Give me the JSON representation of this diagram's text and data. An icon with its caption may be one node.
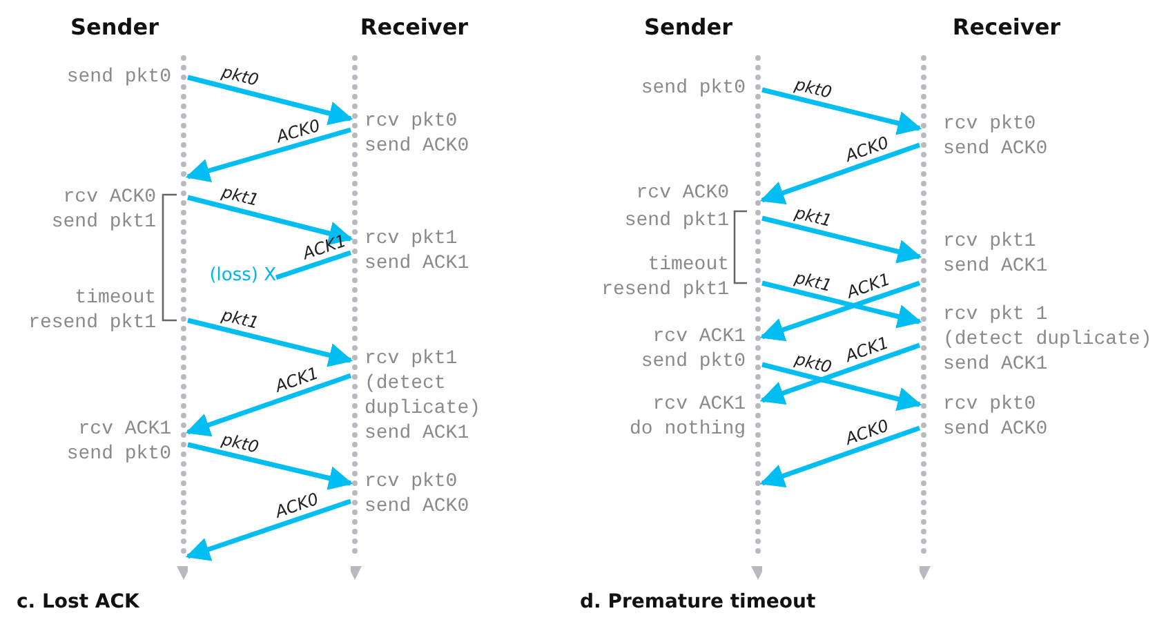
{
  "diagram": {
    "nodes": [
      {
        "text": [
          "Sender"
        ]
      },
      {
        "text": [
          "Receiver"
        ]
      },
      {
        "text": [
          "Sender"
        ]
      },
      {
        "text": [
          "Receiver"
        ]
      },
      {
        "text": [
          "(loss) X"
        ]
      }
    ],
    "edges": [
      {
        "from": 0,
        "to": 1,
        "arrow": "to",
        "label": "pkt0"
      },
      {
        "from": 1,
        "to": 0,
        "arrow": "to",
        "label": "ACK0"
      },
      {
        "from": 0,
        "to": 1,
        "arrow": "to",
        "label": "pkt1"
      },
      {
        "from": 1,
        "to": 4,
        "arrow": "none",
        "label": "ACK1"
      },
      {
        "from": 0,
        "to": 1,
        "arrow": "to",
        "label": "pkt1"
      },
      {
        "from": 1,
        "to": 0,
        "arrow": "to",
        "label": "ACK1"
      },
      {
        "from": 0,
        "to": 1,
        "arrow": "to",
        "label": "pkt0"
      },
      {
        "from": 1,
        "to": 0,
        "arrow": "to",
        "label": "ACK0"
      },
      {
        "from": 2,
        "to": 3,
        "arrow": "to",
        "label": "pkt0"
      },
      {
        "from": 3,
        "to": 2,
        "arrow": "to",
        "label": "ACK0"
      },
      {
        "from": 2,
        "to": 3,
        "arrow": "to",
        "label": "pkt1"
      },
      {
        "from": 2,
        "to": 3,
        "arrow": "to",
        "label": "pkt1"
      },
      {
        "from": 3,
        "to": 2,
        "arrow": "to",
        "label": "ACK1"
      },
      {
        "from": 2,
        "to": 3,
        "arrow": "to",
        "label": "pkt0"
      },
      {
        "from": 3,
        "to": 2,
        "arrow": "to",
        "label": "ACK1"
      },
      {
        "from": 3,
        "to": 2,
        "arrow": "to",
        "label": "ACK0"
      }
    ],
    "labels": [
      "send pkt0",
      "rcv pkt0 send ACK0",
      "rcv ACK0 send pkt1",
      "rcv pkt1 send ACK1",
      "timeout resend pkt1",
      "rcv pkt1 (detect duplicate) send ACK1",
      "rcv ACK1 send pkt0",
      "rcv pkt0 send ACK0",
      "send pkt0",
      "rcv pkt0 send ACK0",
      "rcv ACK0 send pkt1",
      "rcv pkt1 send ACK1",
      "timeout resend pkt1",
      "rcv pkt 1 (detect duplicate) send ACK1",
      "rcv ACK1 send pkt0",
      "rcv ACK1 do nothing",
      "rcv pkt0 send ACK0",
      "c. Lost ACK",
      "d. Premature timeout"
    ]
  }
}
